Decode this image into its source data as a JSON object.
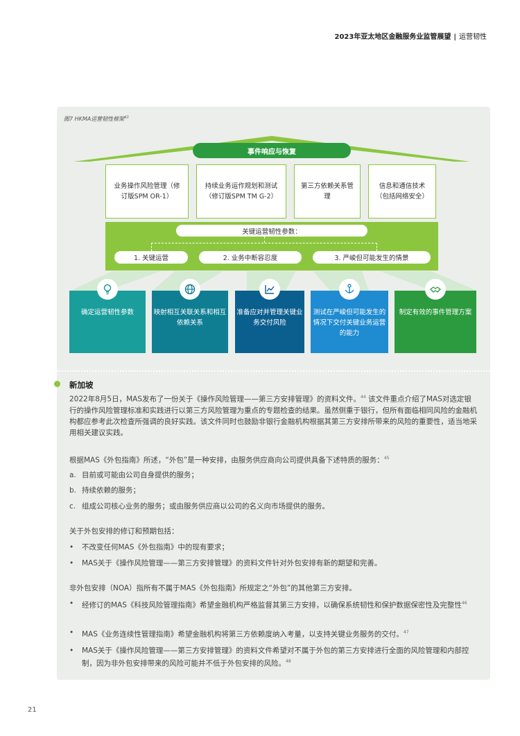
{
  "header": {
    "title": "2023年亚太地区金融服务业监管展望",
    "section": "运营韧性"
  },
  "figure": {
    "caption": "图7 HKMA运营韧性框架",
    "caption_ref": "43",
    "roof_label": "事件响应与恢复",
    "pillars": [
      "业务操作风险管理（修订版SPM OR-1）",
      "持续业务运作规划和测试（修订版SPM TM G-2）",
      "第三方依赖关系管理",
      "信息和通信技术（包括网络安全）"
    ],
    "params_title": "关键运营韧性参数：",
    "params": [
      "1. 关键运营",
      "2. 业务中断容忍度",
      "3. 严峻但可能发生的情景"
    ],
    "bases": [
      {
        "text": "确定运营韧性参数",
        "icon": "lightbulb-icon",
        "color": "#1a9e9b"
      },
      {
        "text": "映射相互关联关系和相互依赖关系",
        "icon": "globe-icon",
        "color": "#0f7e93"
      },
      {
        "text": "准备应对并管理关键业务交付风险",
        "icon": "line-chart-icon",
        "color": "#0b5f8f"
      },
      {
        "text": "测试在严峻但可能发生的情况下交付关键业务运营的能力",
        "icon": "anchor-icon",
        "color": "#1f8bd0"
      },
      {
        "text": "制定有效的事件管理方案",
        "icon": "handshake-icon",
        "color": "#2c9b3f"
      }
    ]
  },
  "section": {
    "title": "新加坡",
    "intro": "2022年8月5日，MAS发布了一份关于《操作风险管理——第三方安排管理》的资料文件。",
    "intro_ref": "44",
    "intro_rest": "该文件重点介绍了MAS对选定银行的操作风险管理标准和实践进行以第三方风险管理为重点的专题检查的结果。虽然侧重于银行，但所有面临相同风险的金融机构都应参考此次检查所强调的良好实践。该文件同时也鼓励非银行金融机构根据其第三方安排所带来的风险的重要性，适当地采用相关建议实践。",
    "p2": "根据MAS《外包指南》所述，“外包”是一种安排，由服务供应商向公司提供具备下述特质的服务：",
    "p2_ref": "45",
    "letter_items": [
      {
        "mark": "a.",
        "text": "目前或可能由公司自身提供的服务；"
      },
      {
        "mark": "b.",
        "text": "持续依赖的服务；"
      },
      {
        "mark": "c.",
        "text": "组成公司核心业务的服务；或由服务供应商以公司的名义向市场提供的服务。"
      }
    ],
    "p3": "关于外包安排的修订和预期包括：",
    "bullets1": [
      "不改变任何MAS《外包指南》中的现有要求；",
      "MAS关于《操作风险管理——第三方安排管理》的资料文件针对外包安排有新的期望和完善。"
    ],
    "p4": "非外包安排（NOA）指所有不属于MAS《外包指南》所规定之“外包”的其他第三方安排。",
    "bullets2": [
      {
        "text": "经修订的MAS《科技风险管理指南》希望金融机构严格监督其第三方安排，以确保系统韧性和保护数据保密性及完整性",
        "ref": "46"
      },
      {
        "text": "MAS《业务连续性管理指南》希望金融机构将第三方依赖度纳入考量，以支持关键业务服务的交付。",
        "ref": "47"
      },
      {
        "text": "MAS关于《操作风险管理——第三方安排管理》的资料文件希望对不属于外包的第三方安排进行全面的风险管理和内部控制，因为非外包安排带来的风险可能并不低于外包安排的风险。",
        "ref": "48"
      }
    ]
  },
  "page_number": "21"
}
